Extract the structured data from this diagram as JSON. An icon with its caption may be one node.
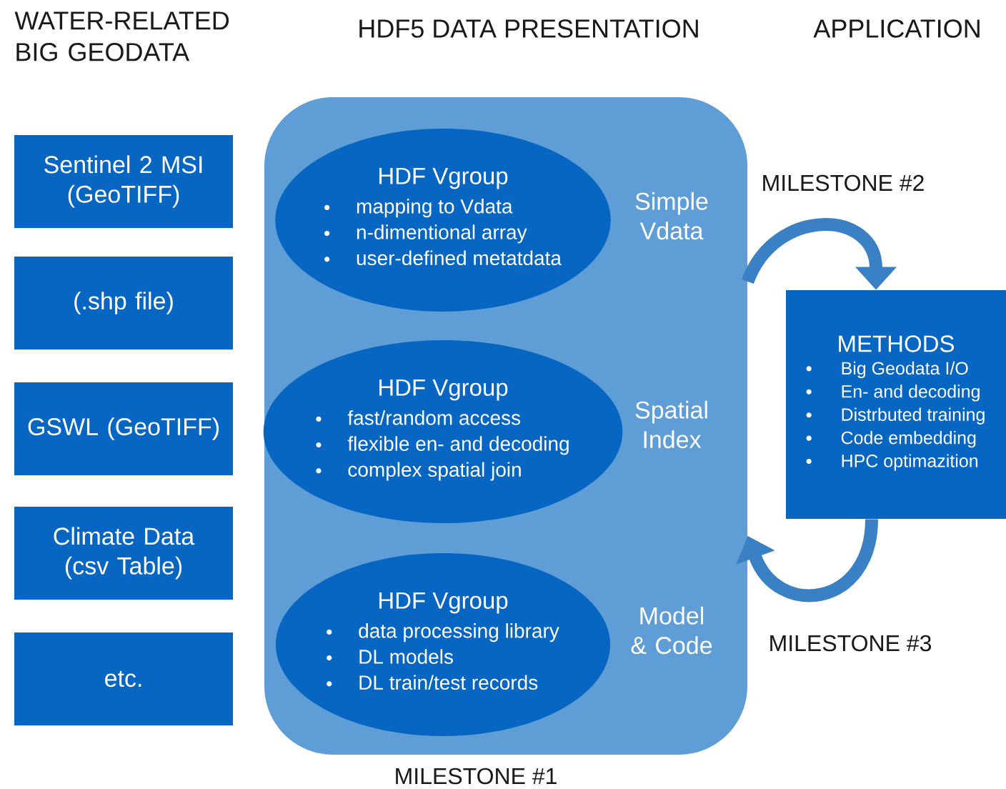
{
  "diagram": {
    "nodes": [
      {
        "text": [
          "Sentinel 2 MSI (GeoTIFF)"
        ]
      },
      {
        "text": [
          "(.shp file)"
        ]
      },
      {
        "text": [
          "GSWL (GeoTIFF)"
        ]
      },
      {
        "text": [
          "Climate Data (csv Table)"
        ]
      },
      {
        "text": [
          "etc."
        ]
      },
      {
        "text": [
          "Simple Vdata",
          "Spatial Index",
          "Model & Code"
        ],
        "beside": [
          "MILESTONE #1"
        ]
      },
      {
        "text": [
          "HDF Vgroup",
          "mapping to Vdata",
          "n-dimentional array",
          "user-defined metatdata"
        ],
        "in": 5
      },
      {
        "text": [
          "HDF Vgroup",
          "fast/random access",
          "flexible en- and decoding",
          "complex spatial join"
        ],
        "in": 5
      },
      {
        "text": [
          "HDF Vgroup",
          "data processing library",
          "DL models",
          "DL train/test records"
        ],
        "in": 5
      },
      {
        "text": [
          "METHODS",
          "Big Geodata I/O",
          "En- and decoding",
          "Distrbuted training",
          "Code embedding",
          "HPC optimazition"
        ]
      }
    ],
    "edges": [
      {
        "from": 5,
        "to": 9,
        "arrow": "to",
        "label": "MILESTONE #2"
      },
      {
        "from": 9,
        "to": 5,
        "arrow": "to",
        "label": "MILESTONE #3"
      }
    ],
    "labels": [
      "WATER-RELATED BIG GEODATA",
      "HDF5 DATA PRESENTATION",
      "APPLICATION"
    ]
  }
}
